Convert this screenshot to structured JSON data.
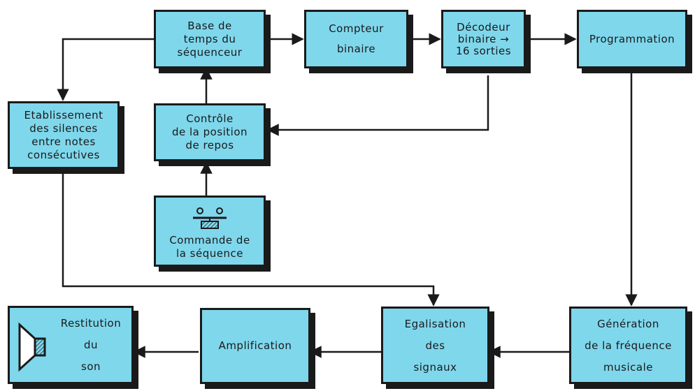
{
  "diagram": {
    "blocks": {
      "base_temps": {
        "lines": [
          "Base de",
          "temps du",
          "séquenceur"
        ]
      },
      "compteur": {
        "lines": [
          "Compteur",
          "binaire"
        ]
      },
      "decodeur": {
        "lines": [
          "Décodeur",
          "binaire →",
          "16 sorties"
        ]
      },
      "programmation": {
        "lines": [
          "Programmation"
        ]
      },
      "silences": {
        "lines": [
          "Etablissement",
          "des silences",
          "entre notes",
          "consécutives"
        ]
      },
      "controle": {
        "lines": [
          "Contrôle",
          "de la position",
          "de repos"
        ]
      },
      "commande": {
        "lines": [
          "Commande de",
          "la séquence"
        ]
      },
      "restitution": {
        "lines": [
          "Restitution",
          "du",
          "son"
        ]
      },
      "amplification": {
        "lines": [
          "Amplification"
        ]
      },
      "egalisation": {
        "lines": [
          "Egalisation",
          "des",
          "signaux"
        ]
      },
      "generation": {
        "lines": [
          "Génération",
          "de la fréquence",
          "musicale"
        ]
      }
    },
    "icons": {
      "commande": "push-switch-icon",
      "restitution": "loudspeaker-icon"
    },
    "colors": {
      "block_fill": "#7fd7ec",
      "outline": "#1a1a1a",
      "background": "#ffffff"
    }
  }
}
